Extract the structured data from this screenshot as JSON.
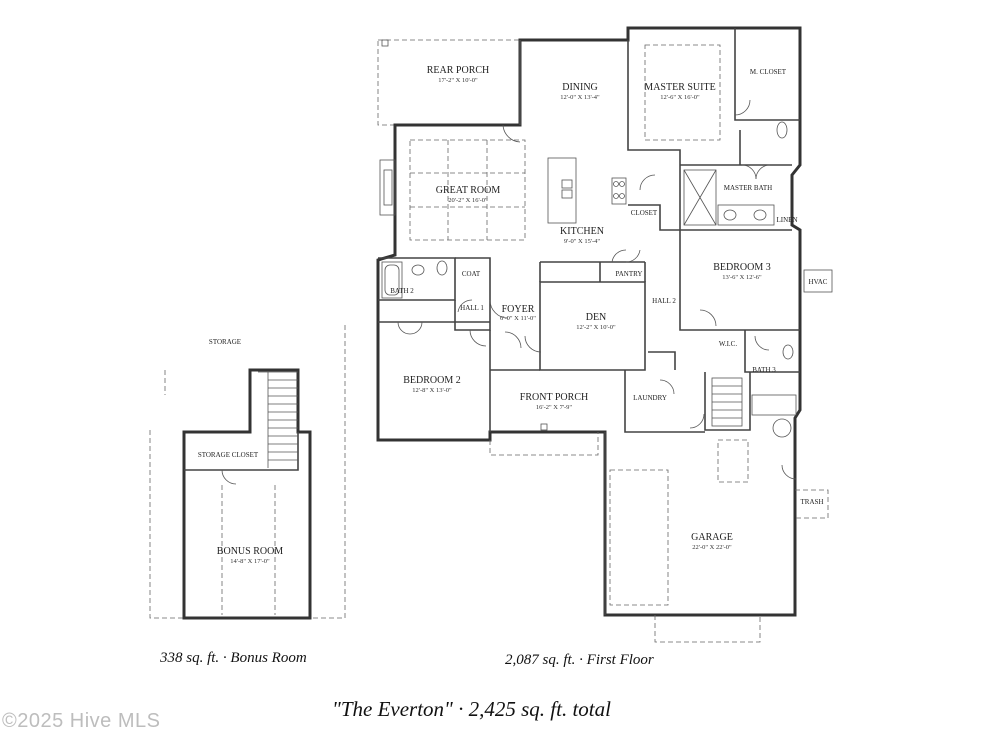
{
  "rooms": {
    "rear_porch": {
      "name": "REAR PORCH",
      "dims": "17'-2\" X 10'-0\""
    },
    "dining": {
      "name": "DINING",
      "dims": "12'-0\" X 13'-4\""
    },
    "master_suite": {
      "name": "MASTER SUITE",
      "dims": "12'-6\" X 16'-0\""
    },
    "m_closet": {
      "name": "M. CLOSET"
    },
    "great_room": {
      "name": "GREAT ROOM",
      "dims": "20'-2\" X 16'-0\""
    },
    "kitchen": {
      "name": "KITCHEN",
      "dims": "9'-0\" X 15'-4\""
    },
    "closet": {
      "name": "CLOSET"
    },
    "master_bath": {
      "name": "MASTER BATH"
    },
    "linen": {
      "name": "LINEN"
    },
    "bedroom3": {
      "name": "BEDROOM 3",
      "dims": "13'-6\" X 12'-6\""
    },
    "hvac": {
      "name": "HVAC"
    },
    "bath2": {
      "name": "BATH 2"
    },
    "coat": {
      "name": "COAT"
    },
    "hall1": {
      "name": "HALL 1"
    },
    "pantry": {
      "name": "PANTRY"
    },
    "hall2": {
      "name": "HALL 2"
    },
    "foyer": {
      "name": "FOYER",
      "dims": "6'-0\" X 11'-0\""
    },
    "den": {
      "name": "DEN",
      "dims": "12'-2\" X 10'-0\""
    },
    "wic": {
      "name": "W.I.C."
    },
    "bath3": {
      "name": "BATH 3"
    },
    "bedroom2": {
      "name": "BEDROOM 2",
      "dims": "12'-8\" X 13'-0\""
    },
    "front_porch": {
      "name": "FRONT PORCH",
      "dims": "16'-2\" X 7'-9\""
    },
    "laundry": {
      "name": "LAUNDRY"
    },
    "trash": {
      "name": "TRASH"
    },
    "garage": {
      "name": "GARAGE",
      "dims": "22'-0\" X 22'-0\""
    },
    "storage": {
      "name": "STORAGE"
    },
    "storage_closet": {
      "name": "STORAGE CLOSET"
    },
    "bonus_room": {
      "name": "BONUS ROOM",
      "dims": "14'-8\" X 17'-0\""
    }
  },
  "captions": {
    "bonus": "338 sq. ft.  ·  Bonus Room",
    "first": "2,087 sq. ft.  ·  First Floor",
    "total": "\"The Everton\"  ·  2,425 sq. ft. total"
  },
  "watermark": "©2025 Hive MLS"
}
